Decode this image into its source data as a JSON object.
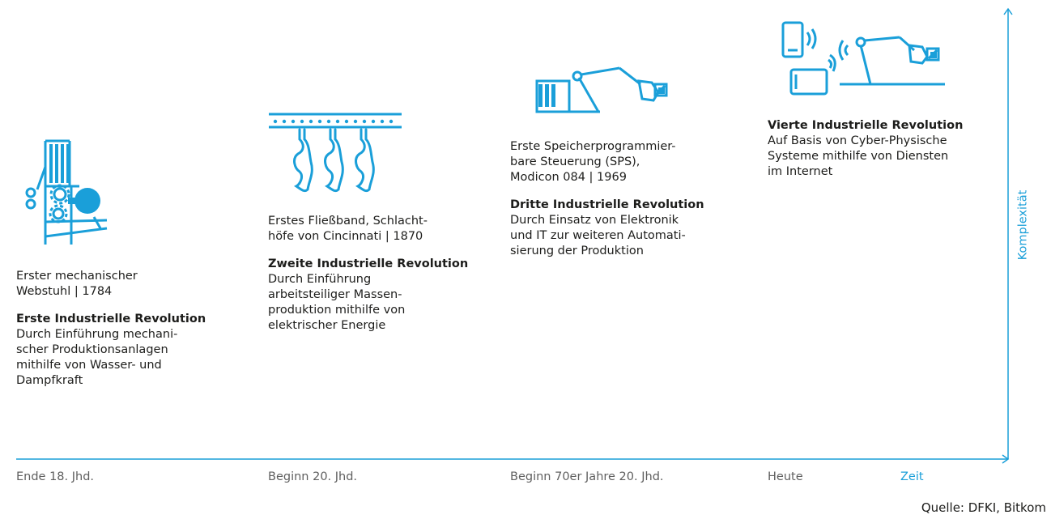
{
  "colors": {
    "accent": "#1a9fd9",
    "text": "#1d1d1b",
    "muted": "#5f5f5f",
    "background": "#ffffff"
  },
  "stages": [
    {
      "icon": "loom-icon",
      "event": [
        "Erster mechanischer",
        "Webstuhl | 1784"
      ],
      "title": "Erste Industrielle Revolution",
      "description": [
        "Durch Einführung mechani-",
        "scher Produktionsanlagen",
        "mithilfe von Wasser- und",
        "Dampfkraft"
      ]
    },
    {
      "icon": "assembly-line-icon",
      "event": [
        "Erstes Fließband, Schlacht-",
        "höfe von Cincinnati | 1870"
      ],
      "title": "Zweite Industrielle Revolution",
      "description": [
        "Durch Einführung",
        "arbeitsteiliger Massen-",
        "produktion mithilfe von",
        "elektrischer Energie"
      ]
    },
    {
      "icon": "plc-robot-arm-icon",
      "event": [
        "Erste Speicherprogrammier-",
        "bare Steuerung (SPS),",
        "Modicon 084 | 1969"
      ],
      "title": "Dritte Industrielle Revolution",
      "description": [
        "Durch Einsatz von Elektronik",
        "und IT zur weiteren Automati-",
        "sierung der Produktion"
      ]
    },
    {
      "icon": "cyber-physical-robot-icon",
      "event": [],
      "title": "Vierte Industrielle Revolution",
      "description": [
        "Auf Basis von Cyber-Physische",
        "Systeme mithilfe von Diensten",
        "im Internet"
      ]
    }
  ],
  "x_axis": {
    "labels": [
      "Ende 18. Jhd.",
      "Beginn 20. Jhd.",
      "Beginn 70er Jahre 20. Jhd.",
      "Heute"
    ],
    "name": "Zeit"
  },
  "y_axis": {
    "name": "Komplexität"
  },
  "source": "Quelle: DFKI, Bitkom"
}
